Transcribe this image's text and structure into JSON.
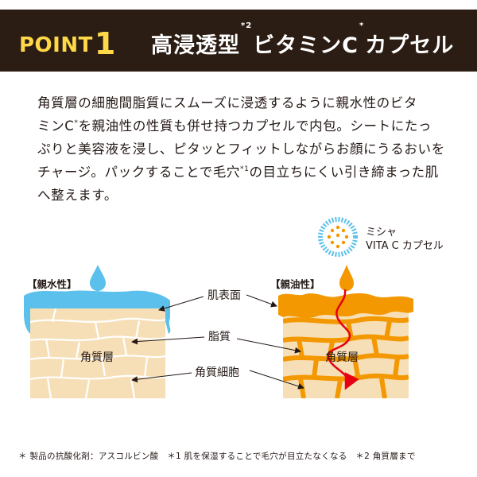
{
  "header": {
    "point_label": "POINT",
    "point_number": "1",
    "title_part1": "高浸透型",
    "title_sup1": "*2",
    "title_part2": "ビタミンC",
    "title_sup2": "*",
    "title_part3": "カプセル"
  },
  "body": {
    "line1": "角質層の細胞間脂質にスムーズに浸透するように親水性のビタ",
    "line2_a": "ミンC",
    "line2_sup": "*",
    "line2_b": "を親油性の性質も併せ持つカプセルで内包。シートにたっ",
    "line3": "ぷりと美容液を浸し、ピタッとフィットしながらお顔にうるおいを",
    "line4_a": "チャージ。パックすることで毛穴",
    "line4_sup": "*1",
    "line4_b": "の目立ちにくい引き締まった肌",
    "line5": "へ整えます。"
  },
  "diagram": {
    "left_label": "【親水性】",
    "right_label": "【親油性】",
    "capsule_label_line1": "ミシャ",
    "capsule_label_line2": "VITA C カプセル",
    "label_skin_surface": "肌表面",
    "label_lipid": "脂質",
    "label_corneocyte": "角質細胞",
    "left_layer_label": "角質層",
    "right_layer_label": "角質層"
  },
  "footnote": "＊ 製品の抗酸化剤：アスコルビン酸　＊1 肌を保湿することで毛穴が目立たなくなる　＊2 角質層まで",
  "colors": {
    "header_bg": "#2b1d14",
    "point_accent": "#ffd84a",
    "water_blue": "#5bc0eb",
    "oil_orange": "#f39800",
    "cell_beige": "#f6dfb6",
    "arrow_red": "#e60012"
  }
}
